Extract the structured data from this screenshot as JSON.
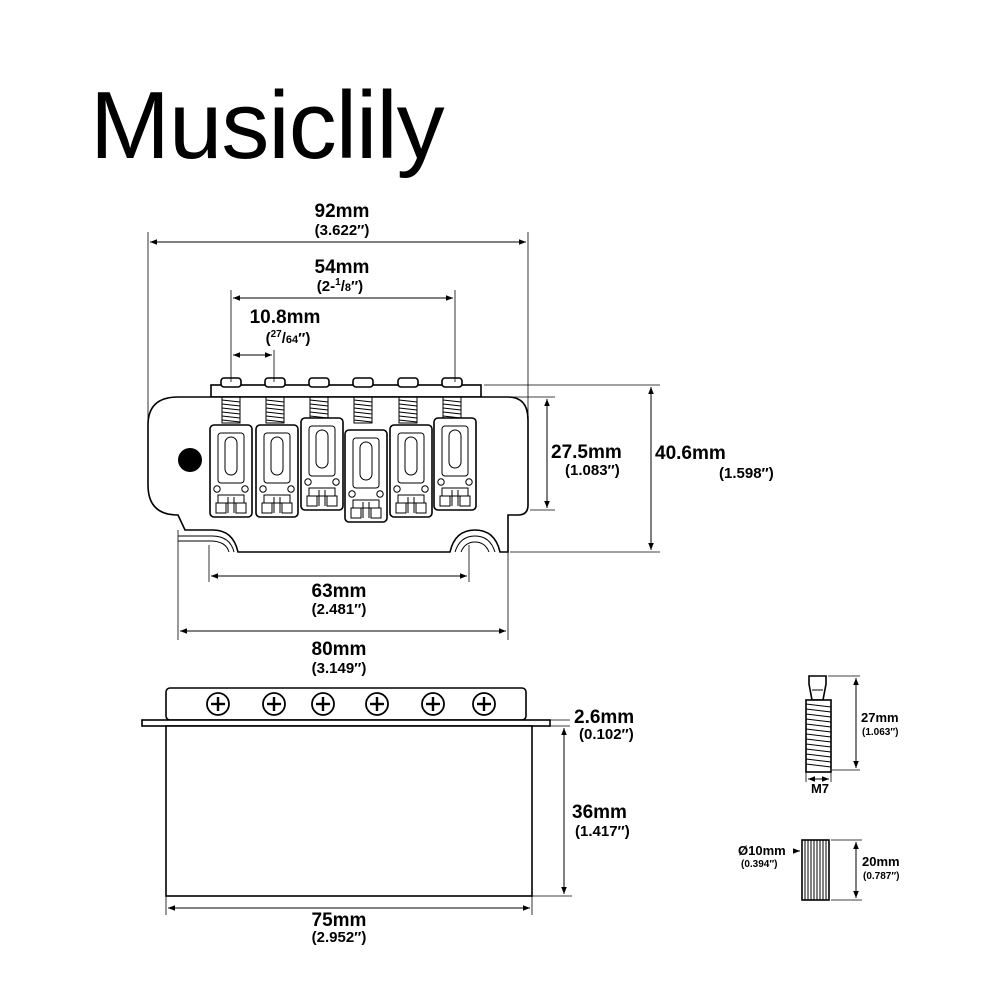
{
  "brand": "Musiclily",
  "dims": {
    "total_width": {
      "mm": "92mm",
      "inch": "(3.622″)"
    },
    "string_spread": {
      "mm": "54mm",
      "inch_pre": "(2-",
      "num": "1",
      "slash": "/",
      "den": "8",
      "inch_post": "″)"
    },
    "string_spacing": {
      "mm": "10.8mm",
      "inch_pre": "(",
      "num": "27",
      "slash": "/",
      "den": "64",
      "inch_post": "″)"
    },
    "saddle_depth": {
      "mm": "27.5mm",
      "inch": "(1.083″)"
    },
    "plate_depth": {
      "mm": "40.6mm",
      "inch": "(1.598″)"
    },
    "post_spacing": {
      "mm": "63mm",
      "inch": "(2.481″)"
    },
    "base_width": {
      "mm": "80mm",
      "inch": "(3.149″)"
    },
    "plate_thickness": {
      "mm": "2.6mm",
      "inch": "(0.102″)"
    },
    "block_height": {
      "mm": "36mm",
      "inch": "(1.417″)"
    },
    "block_width": {
      "mm": "75mm",
      "inch": "(2.952″)"
    },
    "stud_length": {
      "mm": "27mm",
      "inch": "(1.063″)"
    },
    "stud_thread": {
      "label": "M7"
    },
    "bushing_diameter": {
      "mm": "Ø10mm",
      "inch": "(0.394″)"
    },
    "bushing_length": {
      "mm": "20mm",
      "inch": "(0.787″)"
    }
  }
}
